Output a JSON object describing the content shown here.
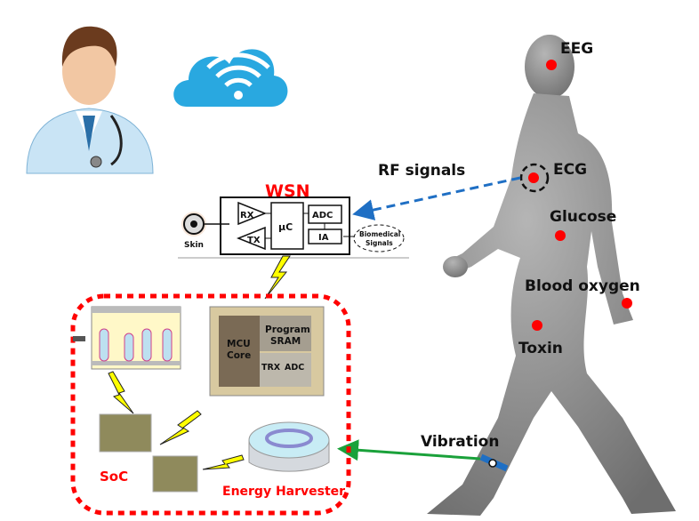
{
  "wsn": {
    "title": "WSN",
    "skin_label": "Skin",
    "rx": "RX",
    "tx": "TX",
    "mcu": "µC",
    "adc": "ADC",
    "ia": "IA",
    "biomedical_line1": "Biomedical",
    "biomedical_line2": "Signals"
  },
  "soc_box": {
    "soc_label": "SoC",
    "harvester_label": "Energy Harvester",
    "die": {
      "mcu_line1": "MCU",
      "mcu_line2": "Core",
      "sram_line1": "Program",
      "sram_line2": "SRAM",
      "trx": "TRX",
      "adc": "ADC"
    }
  },
  "body_sensors": [
    {
      "label": "EEG"
    },
    {
      "label": "ECG"
    },
    {
      "label": "Glucose"
    },
    {
      "label": "Blood oxygen"
    },
    {
      "label": "Toxin"
    },
    {
      "label": "Vibration"
    }
  ],
  "links": {
    "rf_label": "RF signals"
  },
  "colors": {
    "accent_red": "#ff0000",
    "rf_arrow": "#1f6fc4",
    "vibration_arrow": "#1aa13a",
    "lightning": "#ffff00",
    "cloud": "#29a8e0",
    "body": "#8a8a8a"
  }
}
